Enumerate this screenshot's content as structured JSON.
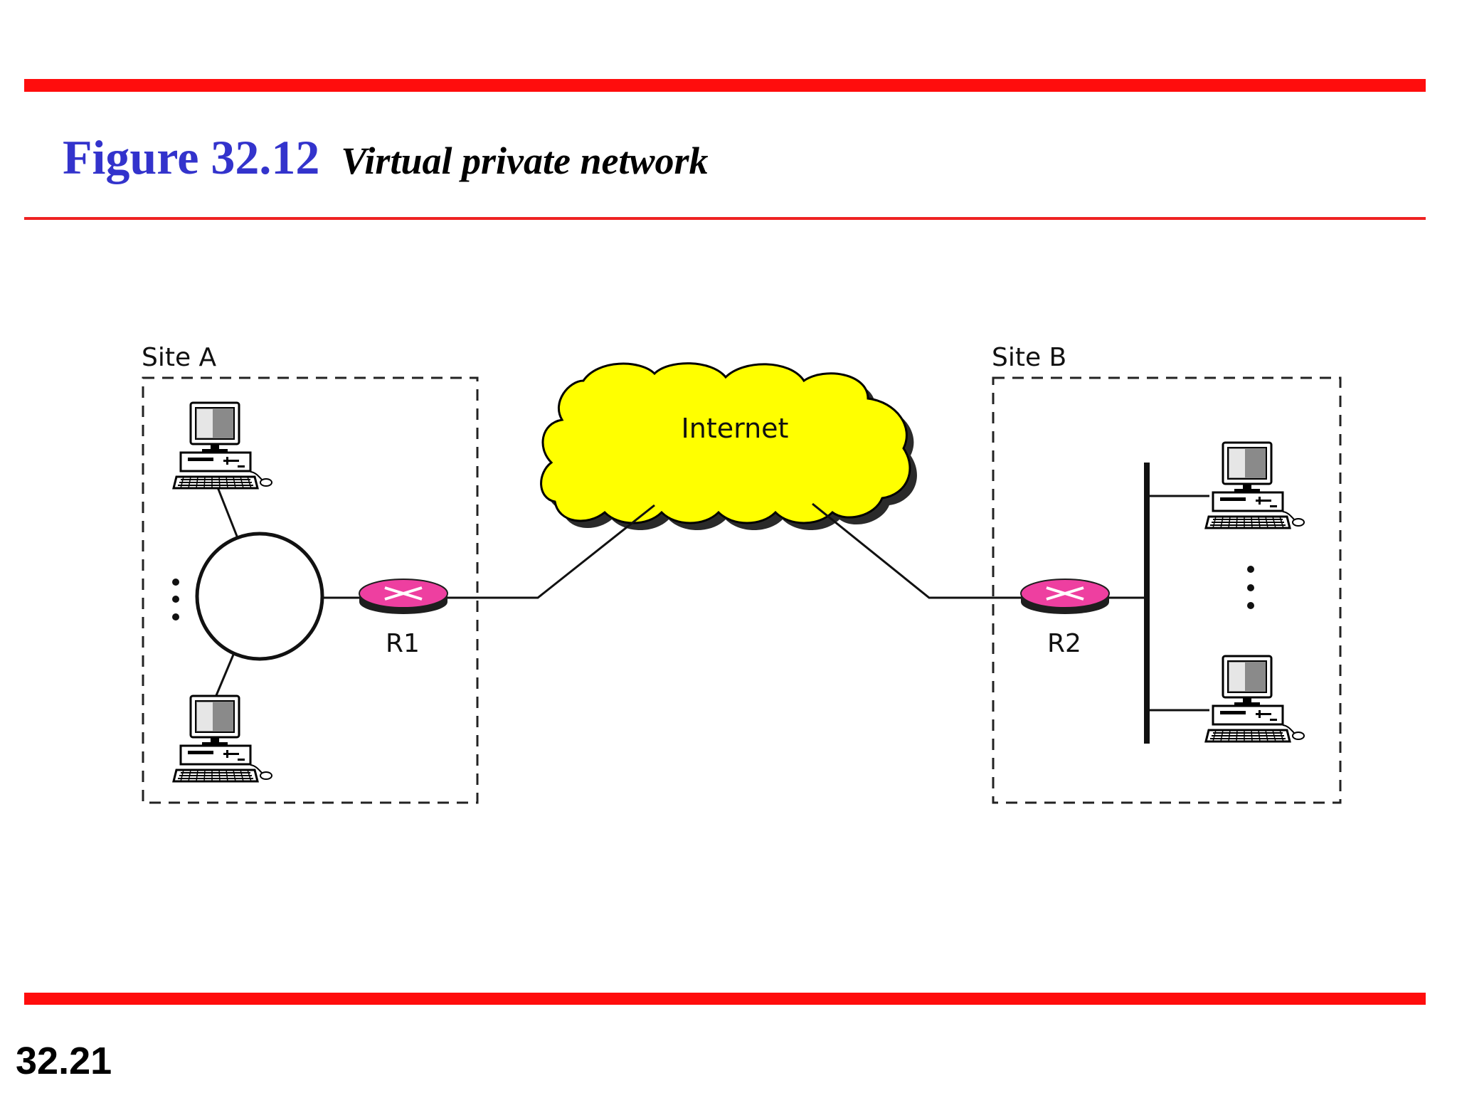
{
  "figure": {
    "number": "Figure 32.12",
    "caption": "Virtual private network"
  },
  "diagram": {
    "site_a_label": "Site A",
    "site_b_label": "Site B",
    "cloud_label": "Internet",
    "router_1_label": "R1",
    "router_2_label": "R2"
  },
  "slide_number": "32.21",
  "colors": {
    "rule": "#ff0d0d",
    "figure_number": "#3333cc",
    "cloud": "#ffff00",
    "router": "#ee3fa0"
  }
}
